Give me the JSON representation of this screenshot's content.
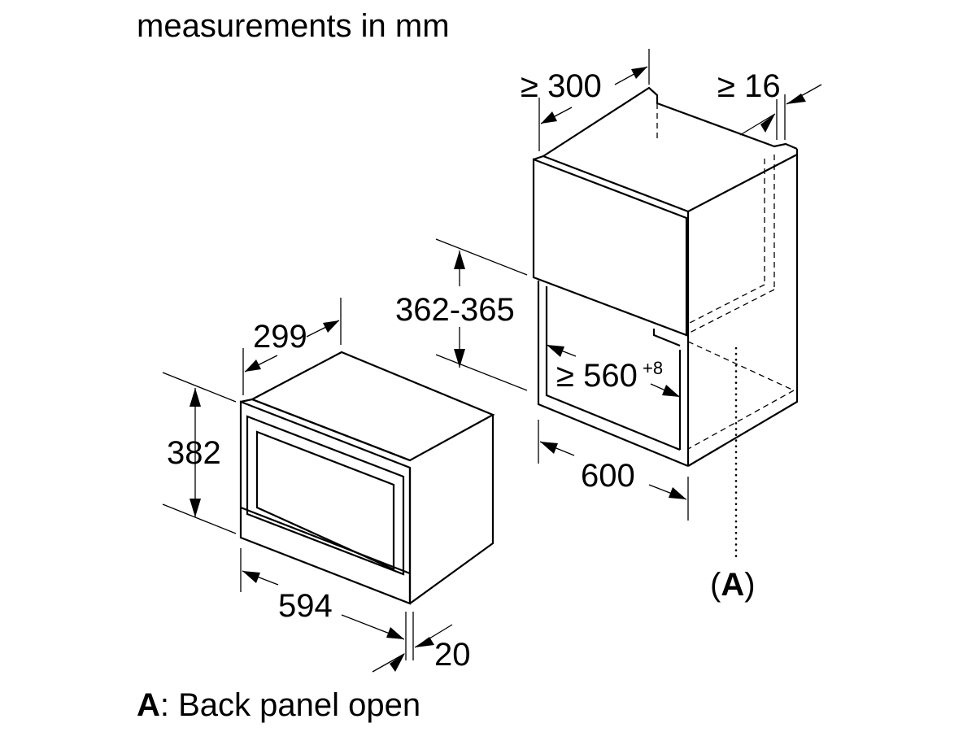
{
  "title": "measurements in mm",
  "footnote": {
    "key": "A",
    "text": ": Back panel open"
  },
  "appliance": {
    "height": "382",
    "width": "594",
    "depth": "299",
    "front_thickness": "20"
  },
  "niche": {
    "height": "362-365",
    "width": "560",
    "width_prefix": "≥ ",
    "width_tolerance": "+8",
    "cabinet_width": "600",
    "depth_above": "≥ 300",
    "side_clearance": "≥ 16",
    "callout": "(A)",
    "callout_key": "A"
  }
}
